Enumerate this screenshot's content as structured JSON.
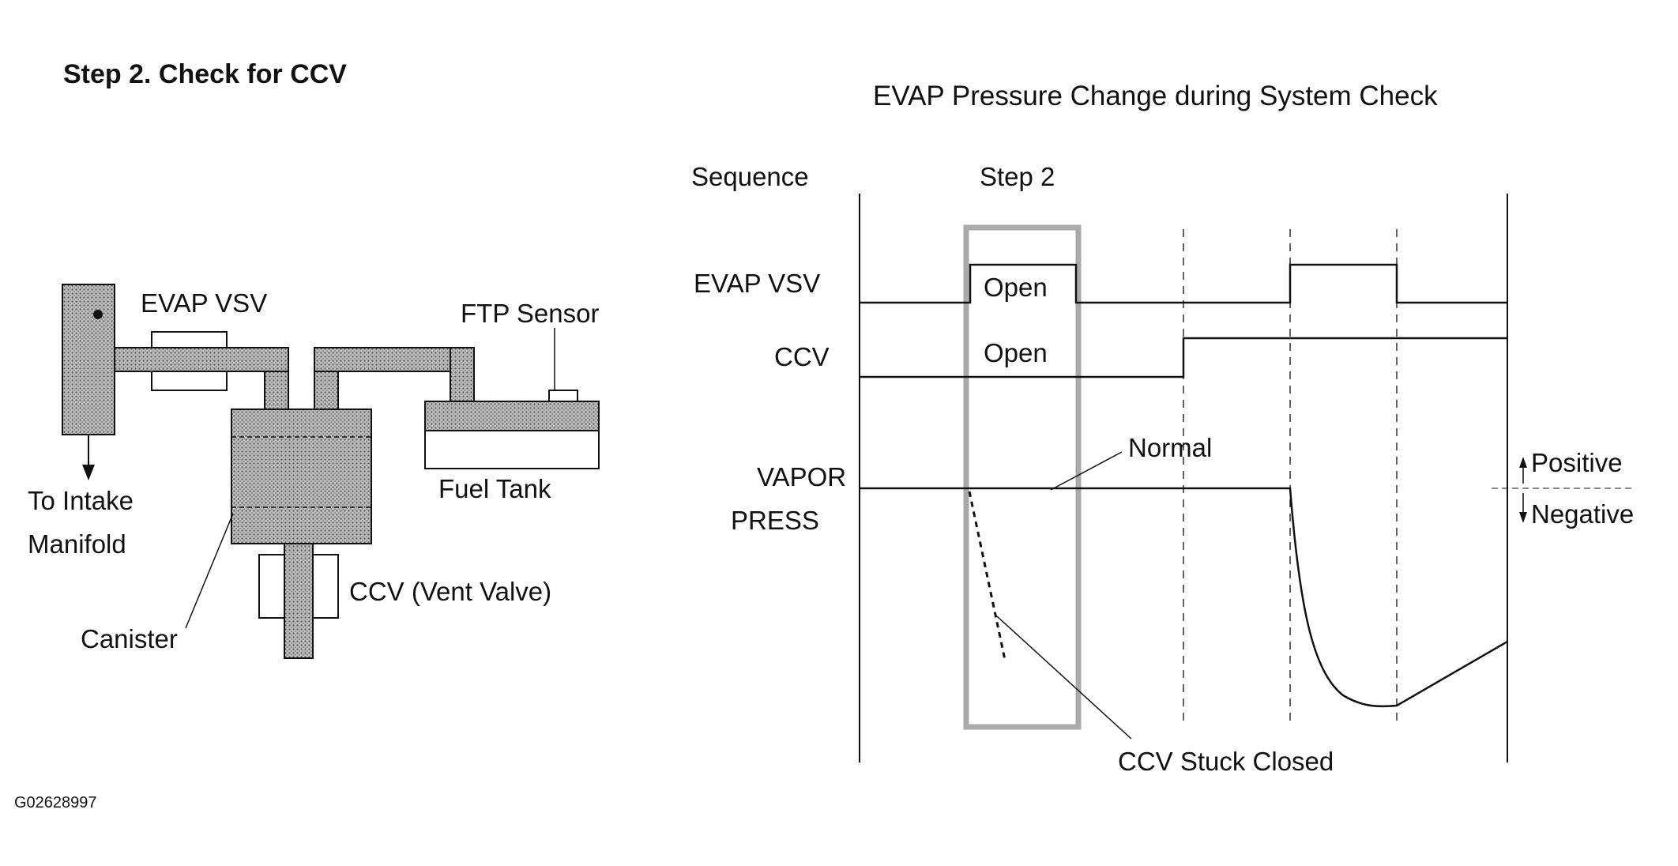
{
  "step_title": "Step 2. Check for CCV",
  "figure_code": "G02628997",
  "system_diagram": {
    "evap_vsv": "EVAP VSV",
    "ftp_sensor": "FTP Sensor",
    "to_intake_line1": "To Intake",
    "to_intake_line2": "Manifold",
    "fuel_tank": "Fuel Tank",
    "canister": "Canister",
    "ccv_vent_valve": "CCV (Vent Valve)"
  },
  "timing_chart": {
    "title": "EVAP Pressure Change during System Check",
    "sequence_label": "Sequence",
    "step_label": "Step 2",
    "rows": {
      "evap_vsv": "EVAP VSV",
      "ccv": "CCV",
      "vapor_line1": "VAPOR",
      "vapor_line2": "PRESS"
    },
    "open_vsv": "Open",
    "open_ccv": "Open",
    "normal": "Normal",
    "positive": "Positive",
    "negative": "Negative",
    "ccv_stuck_closed": "CCV Stuck Closed"
  },
  "colors": {
    "ink": "#111111",
    "stipple": "#9a9a9a",
    "highlight_box": "#aaaaaa"
  }
}
